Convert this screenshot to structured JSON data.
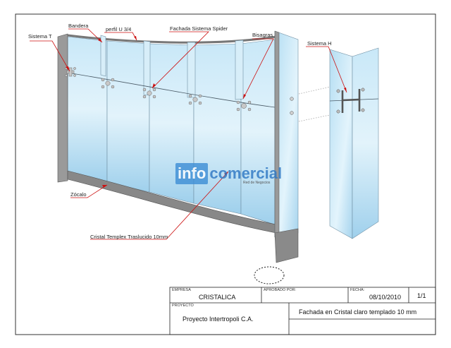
{
  "callouts": {
    "sistema_t": "Sistema T",
    "bandera": "Bandera",
    "perfil_u": "perfil U 3/4",
    "spider": "Fachada Sistema Spider",
    "bisagras": "Bisagras",
    "sistema_h": "Sistema H",
    "zocalo": "Zócalo",
    "cristal": "Cristal Templex Traslucido 10mm"
  },
  "watermark": {
    "box_text": "info",
    "word": "comercial",
    "tagline": "Red de Negocios"
  },
  "title_block": {
    "empresa_label": "EMPRESA",
    "empresa": "CRISTALICA",
    "aprobado_label": "APROBADO POR:",
    "aprobado": "",
    "fecha_label": "FECHA:",
    "fecha": "08/10/2010",
    "sheet": "1/1",
    "proyecto_label": "PROYECTO",
    "proyecto": "Proyecto Intertropoli C.A.",
    "descripcion": "Fachada en Cristal claro templado 10 mm"
  },
  "colors": {
    "glass_light": "#dff1fb",
    "glass_mid": "#a9d6ef",
    "frame": "#8c8c8c",
    "leader": "#cc1111"
  }
}
